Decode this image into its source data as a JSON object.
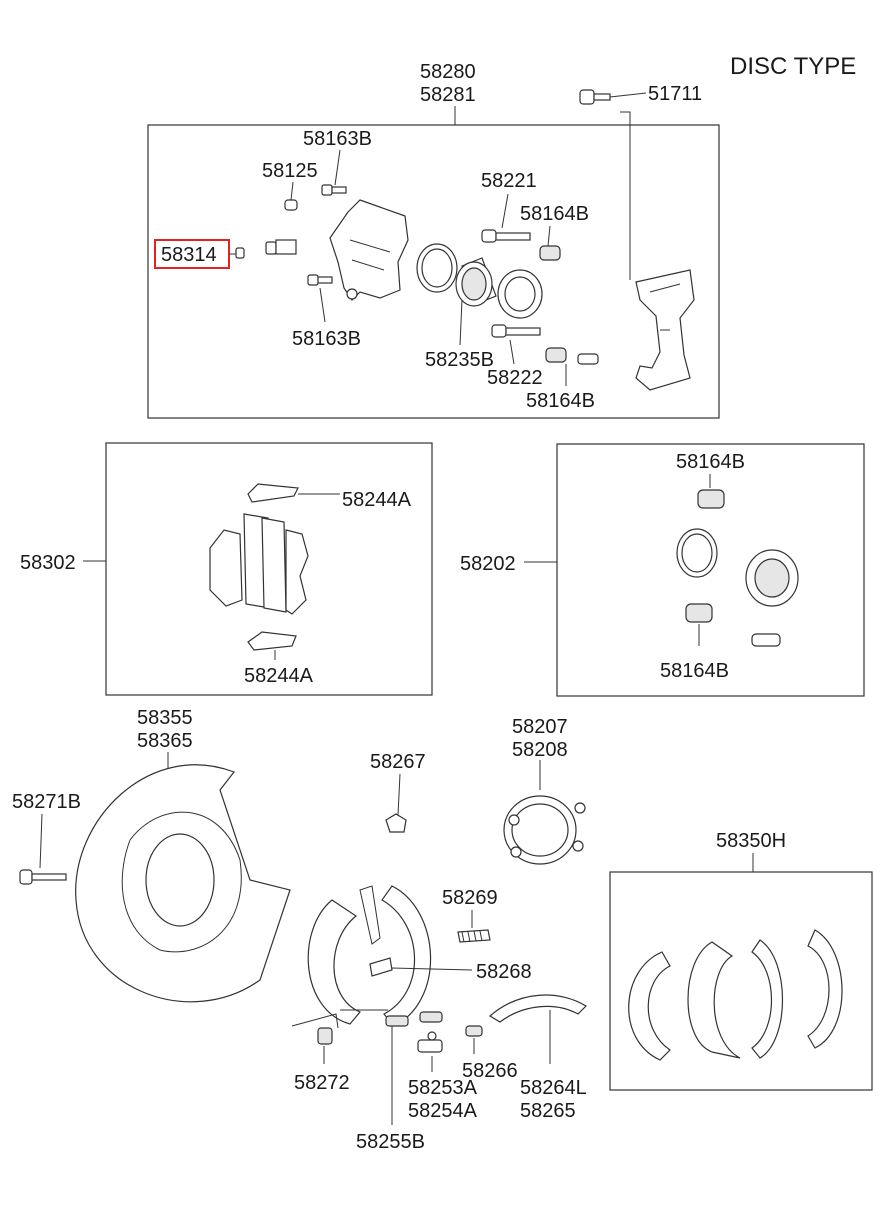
{
  "title": "DISC TYPE",
  "labels": {
    "caliper_asm_1": "58280",
    "caliper_asm_2": "58281",
    "bolt_51711": "51711",
    "bolt_58163b_top": "58163B",
    "bleeder_58125": "58125",
    "cap_58314": "58314",
    "pin_58221": "58221",
    "boot_58164b_a": "58164B",
    "bolt_58163b_bottom": "58163B",
    "piston_58235b": "58235B",
    "pin_58222": "58222",
    "boot_58164b_b": "58164B",
    "pad_kit": "58302",
    "clip_58244a_top": "58244A",
    "clip_58244a_bottom": "58244A",
    "seal_kit": "58202",
    "boot_58164b_c": "58164B",
    "boot_58164b_d": "58164B",
    "backing_plate_1": "58355",
    "backing_plate_2": "58365",
    "bolt_58271b": "58271B",
    "nut_58267": "58267",
    "drum_1": "58207",
    "drum_2": "58208",
    "shoe_kit": "58350H",
    "spring_58269": "58269",
    "spring_58268": "58268",
    "spring_58272": "58272",
    "adjuster_58266": "58266",
    "adjuster_1": "58253A",
    "adjuster_2": "58254A",
    "lever_1": "58264L",
    "lever_2": "58265",
    "spring_58255b": "58255B"
  },
  "colors": {
    "highlight": "#e32222",
    "line": "#333333"
  }
}
